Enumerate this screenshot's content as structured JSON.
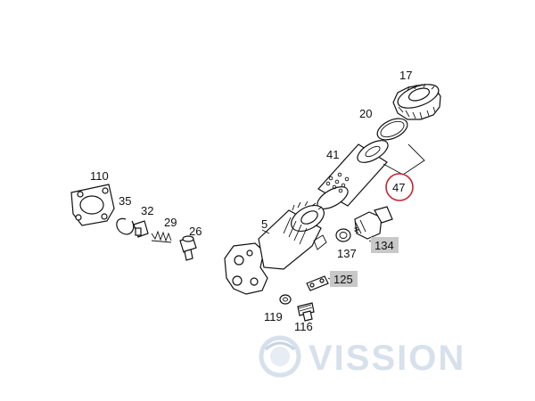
{
  "parts": {
    "p17": "17",
    "p20": "20",
    "p41": "41",
    "p47": "47",
    "p110": "110",
    "p35": "35",
    "p32": "32",
    "p29": "29",
    "p26": "26",
    "p5": "5",
    "p134": "134",
    "p137": "137",
    "p125": "125",
    "p119": "119",
    "p116": "116"
  },
  "highlighted_part": "47",
  "watermark": {
    "brand": "VISSION"
  },
  "colors": {
    "highlight_circle": "#c0272d",
    "label_box": "#c8c8c8",
    "watermark": "#d7e1ec"
  }
}
